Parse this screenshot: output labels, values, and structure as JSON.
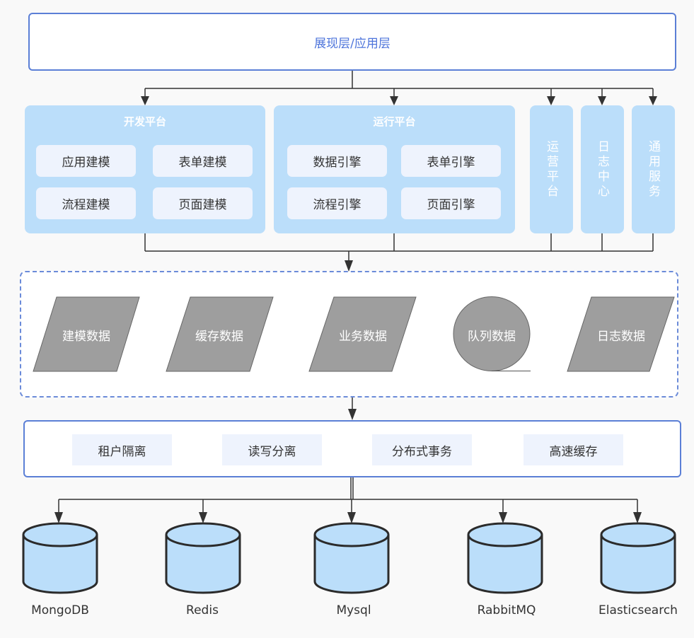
{
  "presentation_layer": {
    "label": "展现层/应用层"
  },
  "platforms": {
    "dev": {
      "title": "开发平台",
      "modules": [
        "应用建模",
        "表单建模",
        "流程建模",
        "页面建模"
      ]
    },
    "runtime": {
      "title": "运行平台",
      "modules": [
        "数据引擎",
        "表单引擎",
        "流程引擎",
        "页面引擎"
      ]
    },
    "side": [
      {
        "label": "运营平台"
      },
      {
        "label": "日志中心"
      },
      {
        "label": "通用服务"
      }
    ]
  },
  "data_layer": {
    "items": [
      {
        "label": "建模数据",
        "shape": "parallelogram"
      },
      {
        "label": "缓存数据",
        "shape": "parallelogram"
      },
      {
        "label": "业务数据",
        "shape": "parallelogram"
      },
      {
        "label": "队列数据",
        "shape": "queue-circle"
      },
      {
        "label": "日志数据",
        "shape": "parallelogram"
      }
    ]
  },
  "service_layer": {
    "features": [
      "租户隔离",
      "读写分离",
      "分布式事务",
      "高速缓存"
    ]
  },
  "storage": {
    "databases": [
      {
        "label": "MongoDB",
        "icon": "database-cylinder-icon"
      },
      {
        "label": "Redis",
        "icon": "database-cylinder-icon"
      },
      {
        "label": "Mysql",
        "icon": "database-cylinder-icon"
      },
      {
        "label": "RabbitMQ",
        "icon": "database-cylinder-icon"
      },
      {
        "label": "Elasticsearch",
        "icon": "database-cylinder-icon"
      }
    ]
  },
  "colors": {
    "accent_blue": "#4d74db",
    "platform_fill": "#bbdefa",
    "module_fill": "#eef3fd",
    "data_shape_fill": "#9e9e9e",
    "connector": "#333333",
    "background": "#f9f9f9"
  }
}
